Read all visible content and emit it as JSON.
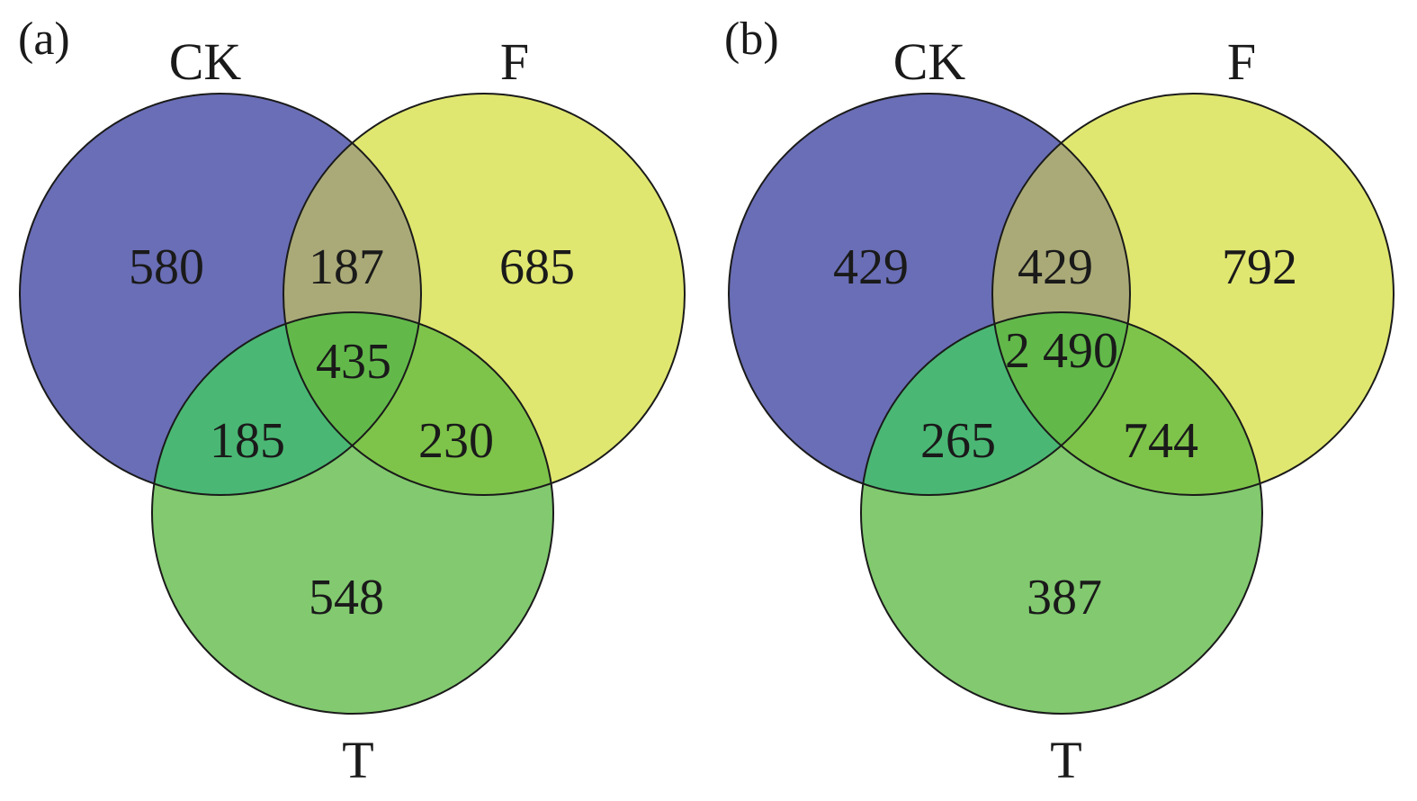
{
  "colors": {
    "ck": "#6a6eb6",
    "f": "#e0e770",
    "t": "#82c96f",
    "ck_f": "#aaaa78",
    "ck_t": "#4ab874",
    "f_t": "#7ec44a",
    "ck_f_t": "#62b94a",
    "stroke": "#1a1a1a"
  },
  "panels": [
    {
      "label": "(a)",
      "set_labels": {
        "ck": "CK",
        "f": "F",
        "t": "T"
      },
      "counts": {
        "ck_only": "580",
        "ck_f": "187",
        "f_only": "685",
        "ck_f_t": "435",
        "ck_t": "185",
        "f_t": "230",
        "t_only": "548"
      }
    },
    {
      "label": "(b)",
      "set_labels": {
        "ck": "CK",
        "f": "F",
        "t": "T"
      },
      "counts": {
        "ck_only": "429",
        "ck_f": "429",
        "f_only": "792",
        "ck_f_t": "2 490",
        "ck_t": "265",
        "f_t": "744",
        "t_only": "387"
      }
    }
  ]
}
